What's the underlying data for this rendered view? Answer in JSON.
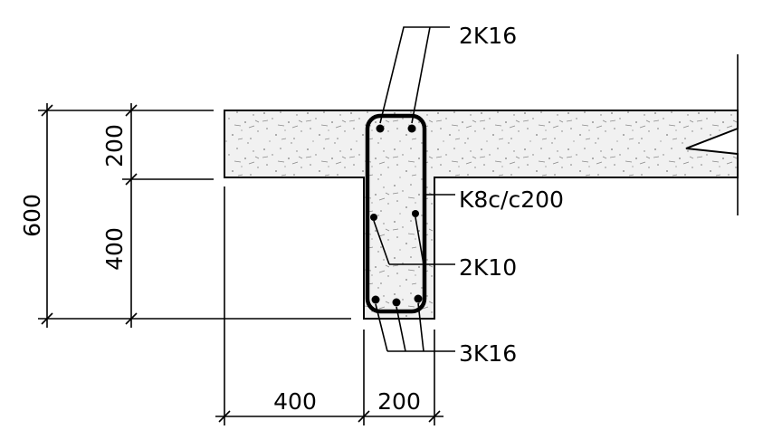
{
  "dimensions": {
    "total_height": "600",
    "flange_thickness": "200",
    "web_depth": "400",
    "flange_overhang_width": "400",
    "web_width": "200"
  },
  "rebar_labels": {
    "top_bars": "2K16",
    "stirrups": "K8c/c200",
    "side_bars": "2K10",
    "bottom_bars": "3K16"
  },
  "colors": {
    "line": "#000000",
    "concrete_base": "#f1f1f1",
    "concrete_speckle": "#7a7a7a"
  }
}
